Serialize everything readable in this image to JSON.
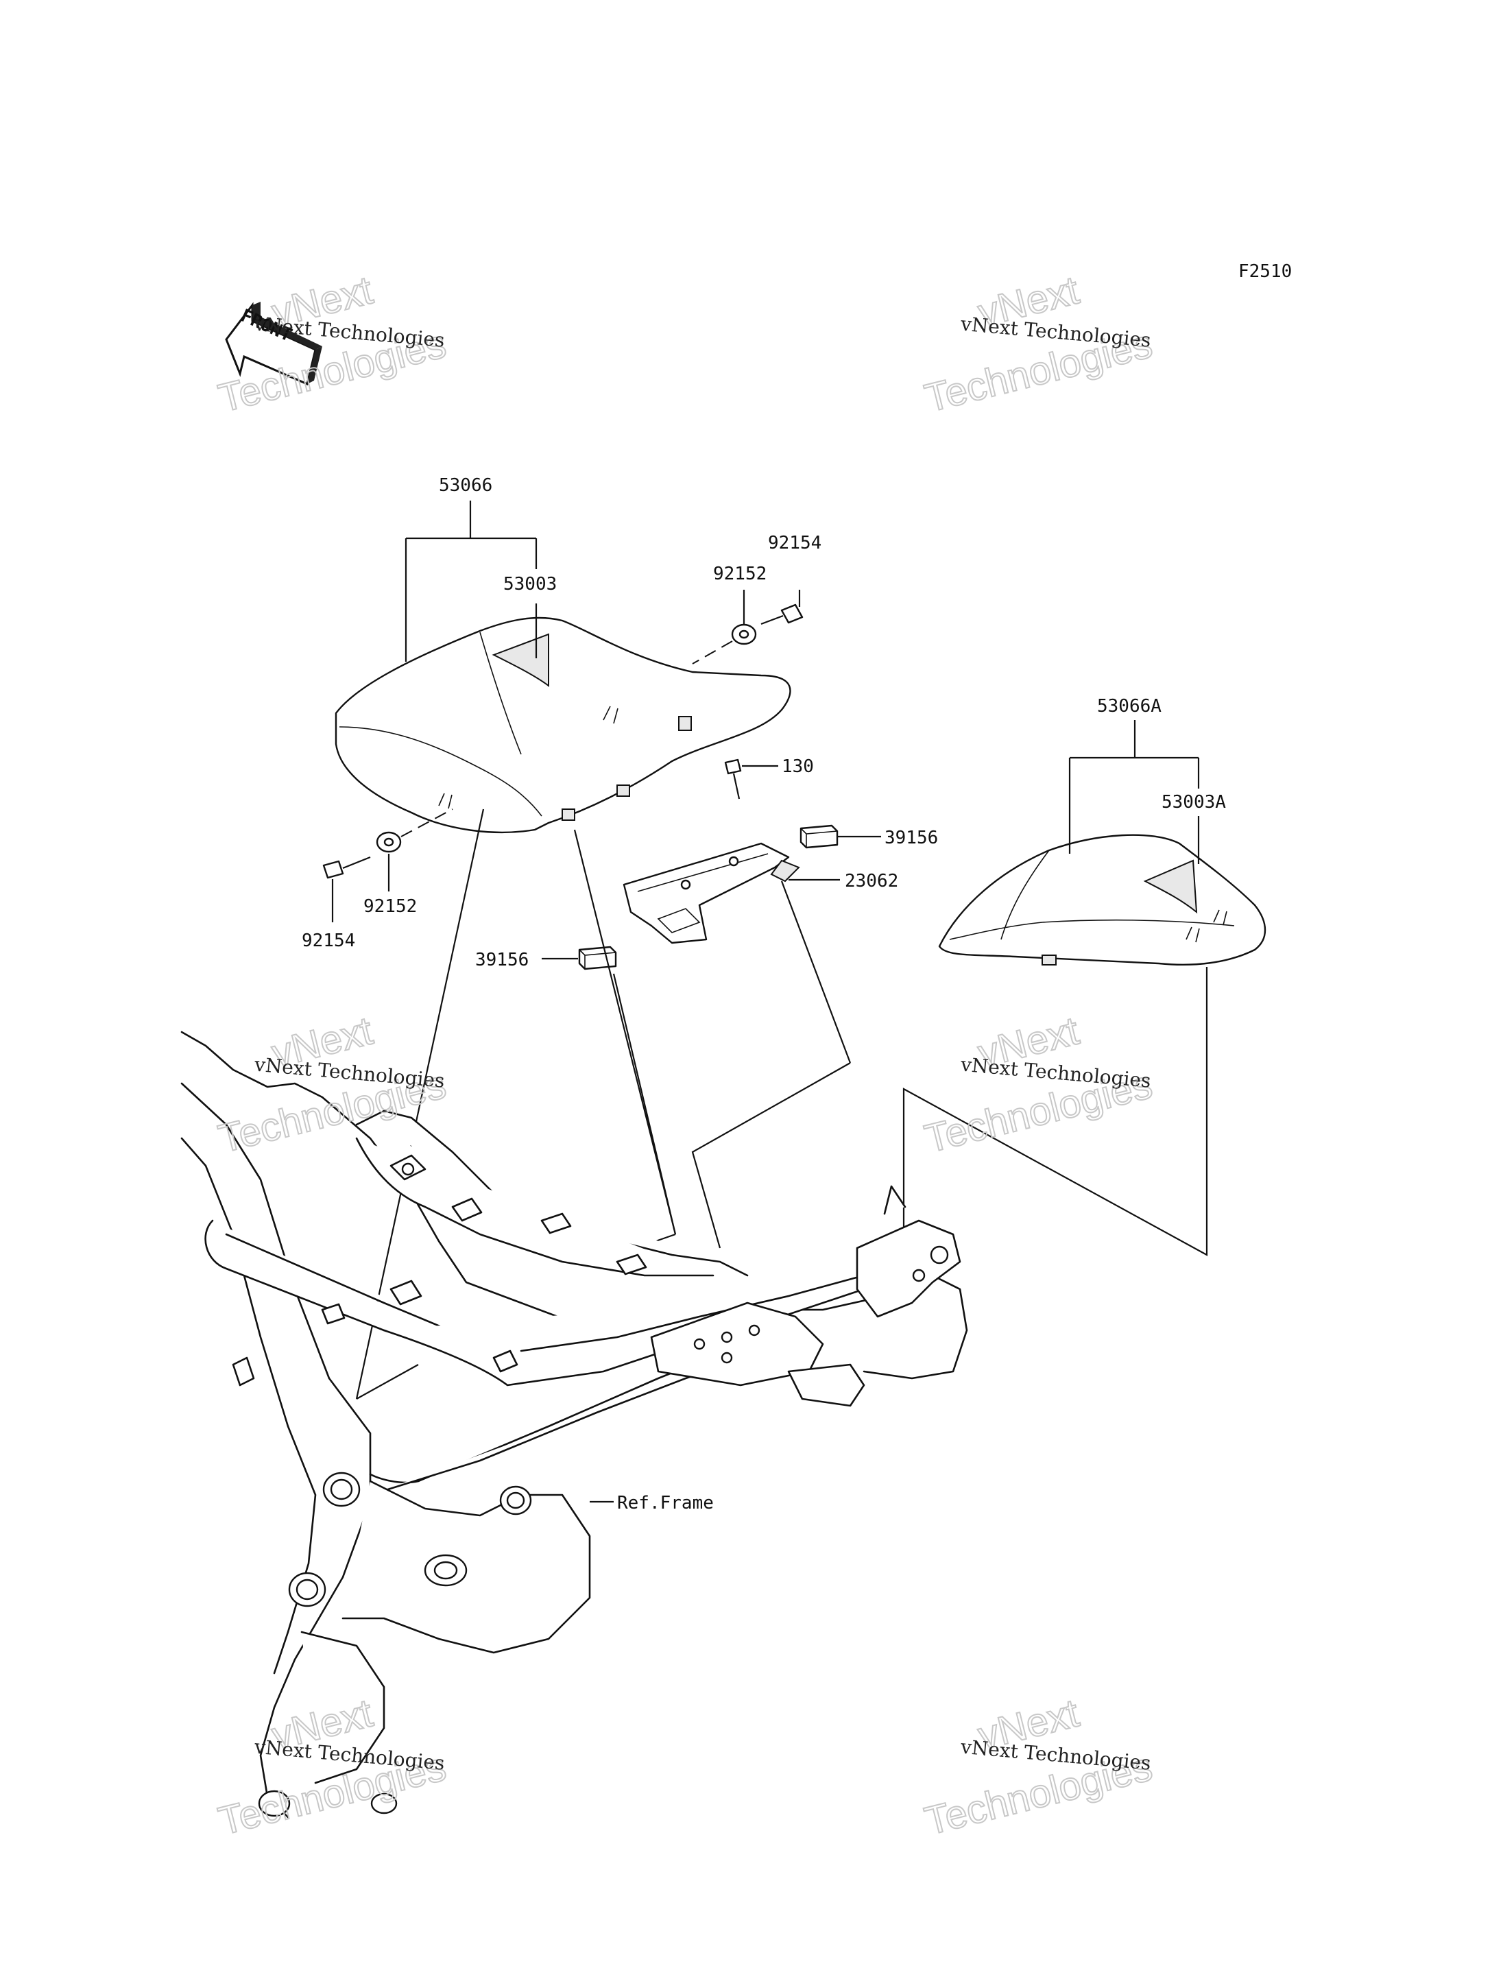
{
  "diagram": {
    "figure_code": "F2510",
    "front_label": "FRONT",
    "parts": {
      "p53066": "53066",
      "p53003": "53003",
      "p92154_top": "92154",
      "p92152_top": "92152",
      "p130": "130",
      "p39156_right": "39156",
      "p23062": "23062",
      "p39156_left": "39156",
      "p92152_left": "92152",
      "p92154_left": "92154",
      "p53066A": "53066A",
      "p53003A": "53003A",
      "ref_frame": "Ref.Frame"
    }
  },
  "watermark": {
    "line1": "vNext Technologies",
    "line2": "vNext Technologies"
  }
}
